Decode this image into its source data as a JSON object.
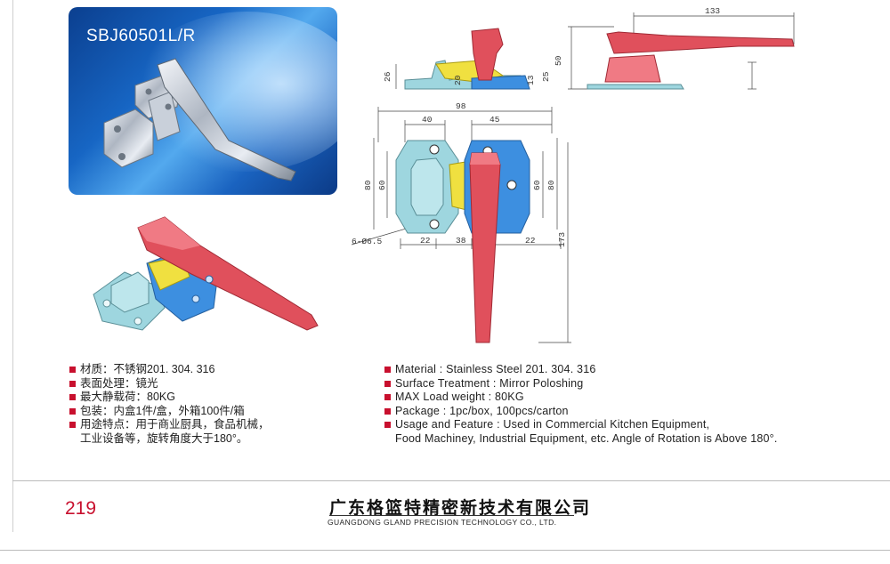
{
  "product": {
    "model": "SBJ60501L/R"
  },
  "specs_cn": [
    "材质：不锈钢201. 304. 316",
    "表面处理：镜光",
    "最大静载荷：80KG",
    "包装：内盒1件/盒，外箱100件/箱",
    "用途特点：用于商业厨具，食品机械，",
    "工业设备等，旋转角度大于180°。"
  ],
  "specs_en": [
    "Material : Stainless Steel 201. 304. 316",
    "Surface Treatment : Mirror Poloshing",
    "MAX Load weight : 80KG",
    "Package : 1pc/box,  100pcs/carton",
    "Usage and Feature : Used in Commercial Kitchen Equipment,",
    "Food Machiney, Industrial Equipment, etc. Angle of Rotation is Above 180°."
  ],
  "dimensions": {
    "d133": "133",
    "d50": "50",
    "d26": "26",
    "d20": "20",
    "d13": "13",
    "d25": "25",
    "d98": "98",
    "d40": "40",
    "d45": "45",
    "d80a": "80",
    "d60a": "60",
    "d60b": "60",
    "d80b": "80",
    "d173": "173",
    "hole": "6-Ø6.5",
    "d22a": "22",
    "d38": "38",
    "d22b": "22"
  },
  "footer": {
    "page_number": "219",
    "company_cn": "广东格篮特精密新技术有限公司",
    "company_en": "GUANGDONG GLAND PRECISION TECHNOLOGY CO., LTD."
  },
  "colors": {
    "handle": "#e0505c",
    "handle_light": "#f07a84",
    "base_left": "#9ed6df",
    "base_right": "#3d8fe0",
    "joint": "#f0e040",
    "accent_red": "#c8102e"
  }
}
